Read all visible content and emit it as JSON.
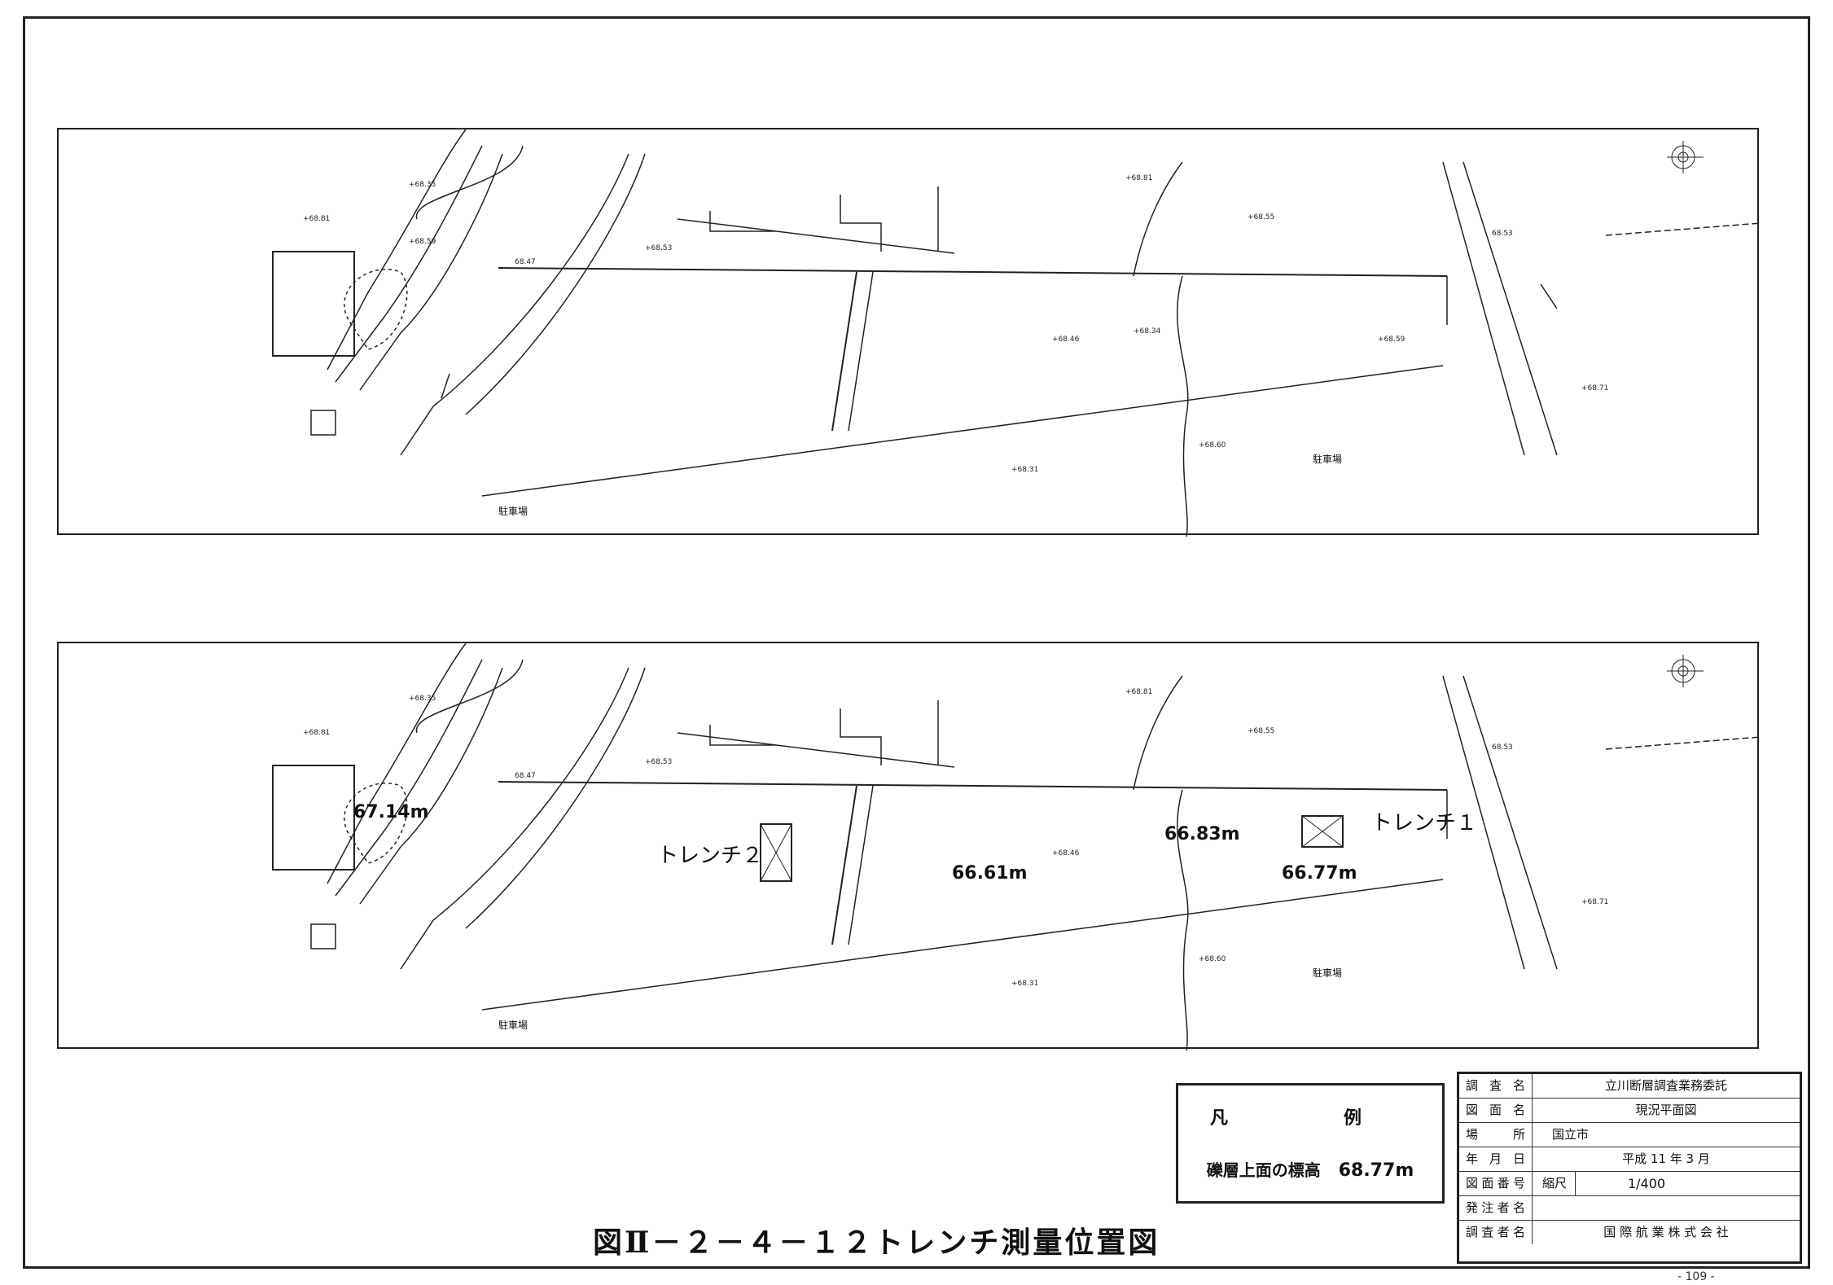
{
  "caption": "図Ⅱ－２－４－１２トレンチ測量位置図",
  "legend": {
    "title": "凡　例",
    "item_label": "礫層上面の標高",
    "item_value": "68.77m"
  },
  "title_block": {
    "rows": [
      {
        "key": "調査名",
        "value": "立川断層調査業務委託"
      },
      {
        "key": "図面名",
        "value": "現況平面図"
      },
      {
        "key": "場所",
        "value": "国立市"
      },
      {
        "key": "年月日",
        "value": "平成 11 年 3 月"
      },
      {
        "key": "図面番号",
        "scale_key": "縮尺",
        "value": "1/400"
      },
      {
        "key": "発注者名",
        "value": ""
      },
      {
        "key": "調査者名",
        "value": "国 際 航 業 株 式 会 社"
      }
    ]
  },
  "lower_map": {
    "trench_1": "トレンチ１",
    "trench_2": "トレンチ２",
    "elevations": [
      "67.14m",
      "66.61m",
      "66.83m",
      "66.77m"
    ],
    "parking_labels": [
      "駐車場",
      "駐車場"
    ]
  },
  "upper_map": {
    "parking_labels": [
      "駐車場",
      "駐車場"
    ]
  },
  "page_number": "- 109 -"
}
